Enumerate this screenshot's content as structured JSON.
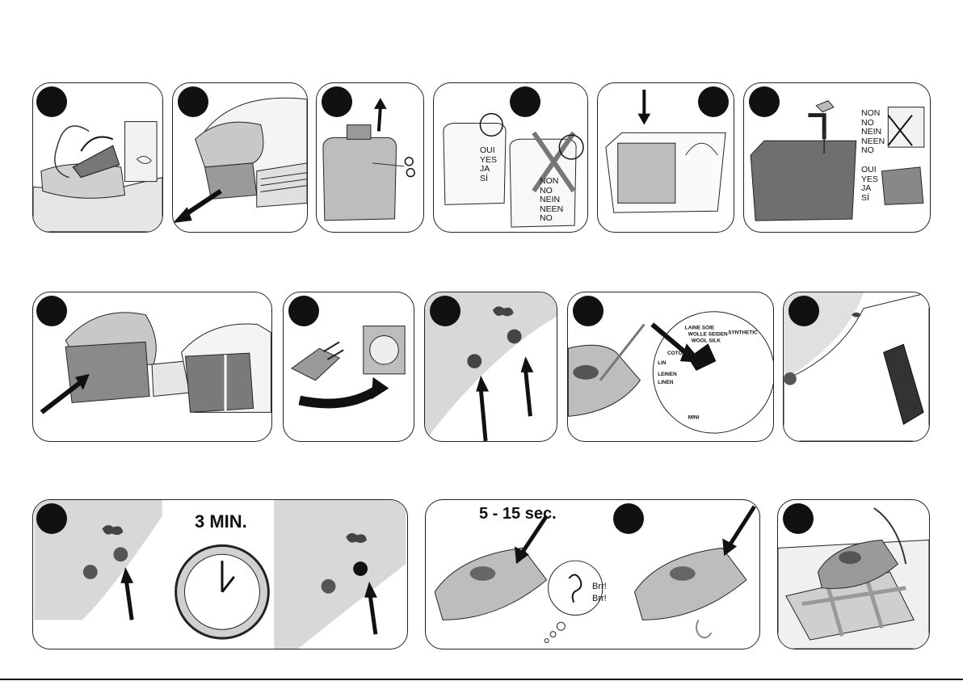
{
  "panels": {
    "p4": {
      "yes_words": [
        "OUI",
        "YES",
        "JA",
        "SÍ"
      ],
      "no_words": [
        "NON",
        "NO",
        "NEIN",
        "NEEN",
        "NO"
      ]
    },
    "p6": {
      "no_words": [
        "NON",
        "NO",
        "NEIN",
        "NEEN",
        "NO"
      ],
      "yes_words": [
        "OUI",
        "YES",
        "JA",
        "SÍ"
      ]
    },
    "p10": {
      "dial_labels": [
        "LAINE SOIE",
        "WOLLE SEIDEN",
        "WOOL SILK",
        "SYNTHETIC",
        "LIN",
        "COTON",
        "LEINEN",
        "LINEN",
        "MINI"
      ]
    },
    "p12": {
      "time_label": "3 MIN."
    },
    "p13": {
      "time_label": "5 - 15 sec.",
      "sound": [
        "Brr!",
        "Brr!"
      ]
    }
  },
  "colors": {
    "ink": "#111111",
    "light_grey": "#d8d8d8",
    "mid_grey": "#9a9a9a",
    "background": "#ffffff"
  }
}
